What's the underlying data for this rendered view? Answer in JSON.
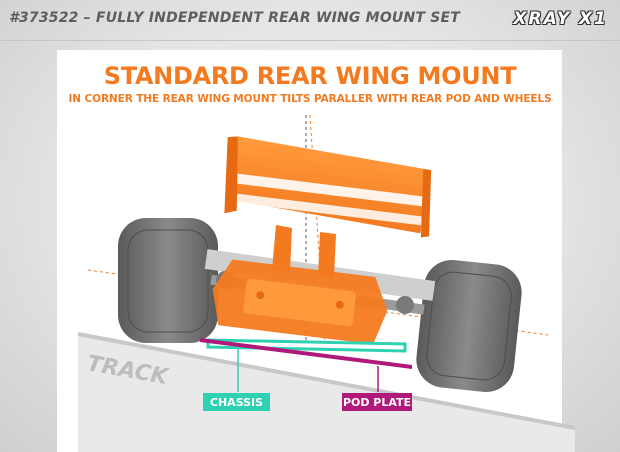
{
  "header": {
    "product_title": "#373522 – FULLY INDEPENDENT REAR WING MOUNT SET",
    "brand_logo": "XRAY X1"
  },
  "diagram": {
    "title": "STANDARD REAR WING MOUNT",
    "subtitle": "IN CORNER THE REAR WING MOUNT TILTS PARALLER WITH REAR POD AND WHEELS",
    "track_label": "TRACK",
    "labels": {
      "chassis": "CHASSIS",
      "pod_plate": "POD PLATE"
    }
  },
  "colors": {
    "accent_orange": "#f47a20",
    "chassis_teal": "#2fd1b3",
    "pod_plate_magenta": "#b0187a",
    "tire_gray": "#6f6f6f",
    "track_gray": "#c8c8c8"
  },
  "icons": {
    "brand": "xray-logo"
  }
}
